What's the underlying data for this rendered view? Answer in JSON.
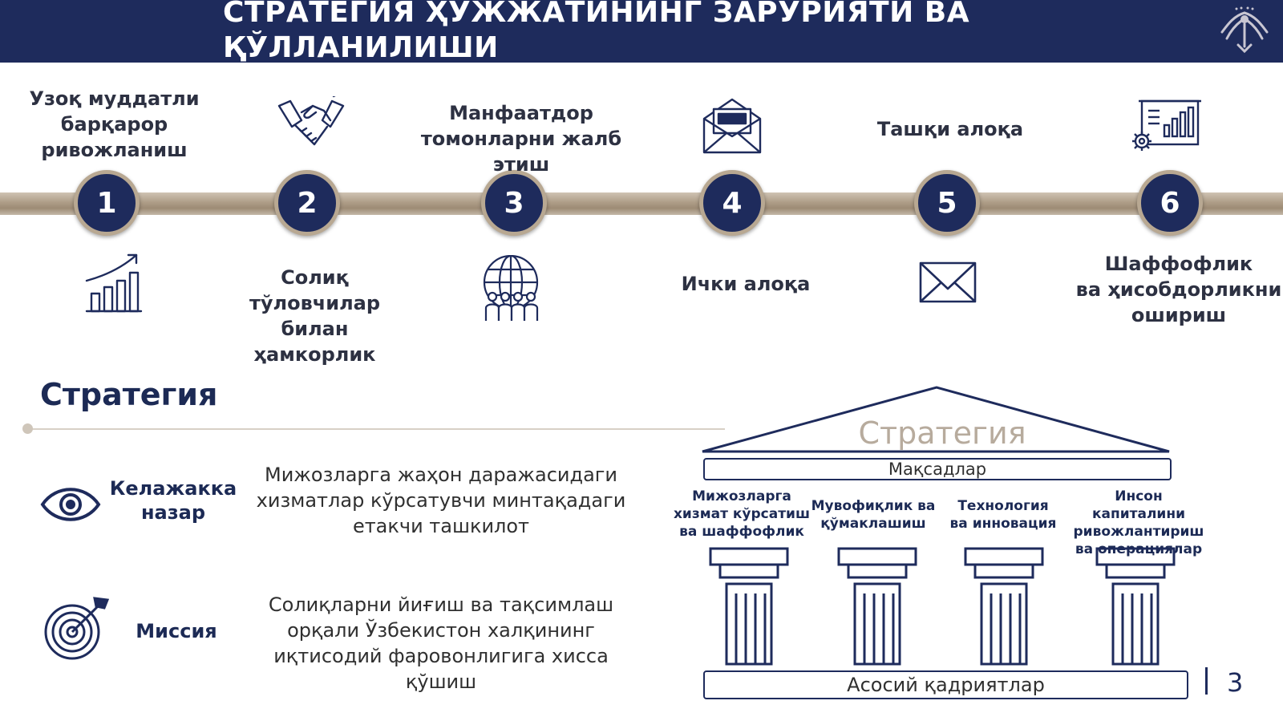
{
  "header": {
    "title_line1": "СТРАТЕГИЯ ҲУЖЖАТИНИНГ ЗАРУРИЯТИ ВА",
    "title_line2": "ҚЎЛЛАНИЛИШИ"
  },
  "timeline": {
    "steps": [
      "1",
      "2",
      "3",
      "4",
      "5",
      "6"
    ],
    "top_labels": {
      "step1": [
        "Узоқ муддатли",
        "барқарор",
        "ривожланиш"
      ],
      "step3": [
        "Манфаатдор",
        "томонларни жалб",
        "этиш"
      ],
      "step5": [
        "Ташқи алоқа"
      ]
    },
    "bottom_labels": {
      "step2": [
        "Солиқ",
        "тўловчилар",
        "билан",
        "ҳамкорлик"
      ],
      "step4": [
        "Ички алоқа"
      ],
      "step6": [
        "Шаффофлик",
        "ва ҳисобдорликни",
        "ошириш"
      ]
    },
    "icons": [
      "handshake-icon",
      "envelope-letter-icon",
      "dashboard-gear-icon",
      "growth-chart-icon",
      "global-team-icon",
      "mail-icon"
    ]
  },
  "strategy": {
    "heading": "Стратегия",
    "vision": {
      "label": [
        "Келажакка",
        "назар"
      ],
      "text": [
        "Мижозларга жаҳон даражасидаги",
        "хизматлар кўрсатувчи минтақадаги",
        "етакчи ташкилот"
      ]
    },
    "mission": {
      "label": "Миссия",
      "text": [
        "Солиқларни йиғиш ва тақсимлаш",
        "орқали Ўзбекистон халқининг",
        "иқтисодий фаровонлигига хисса",
        "қўшиш"
      ]
    }
  },
  "temple": {
    "roof_label": "Стратегия",
    "goals_label": "Мақсадлар",
    "pillars": [
      [
        "Мижозларга",
        "хизмат кўрсатиш",
        "ва шаффофлик"
      ],
      [
        "Мувофиқлик ва",
        "қўмаклашиш"
      ],
      [
        "Технология",
        "ва инновация"
      ],
      [
        "Инсон",
        "капиталини",
        "ривожлантириш",
        "ва операциялар"
      ]
    ],
    "base_label": "Асосий қадриятлар"
  },
  "footer": {
    "page_number": "3"
  },
  "colors": {
    "navy": "#1e2b5c",
    "gold": "#ad9c86",
    "text": "#2d3142"
  }
}
